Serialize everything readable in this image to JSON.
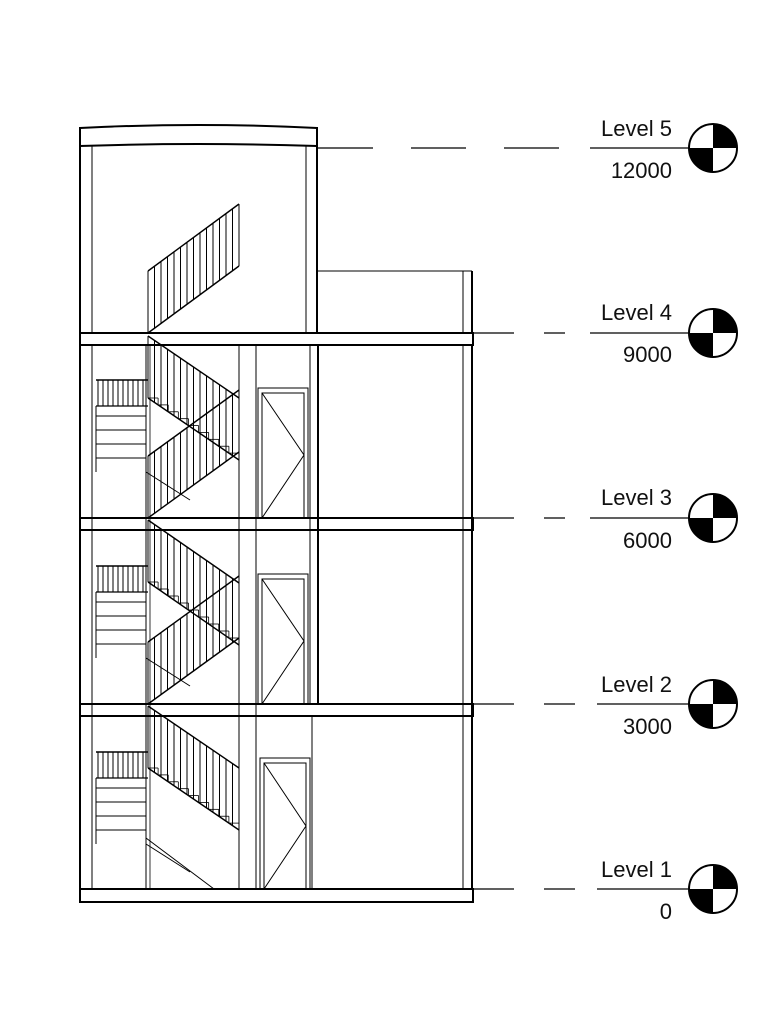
{
  "levels": [
    {
      "name": "Level 5",
      "elevation": "12000"
    },
    {
      "name": "Level 4",
      "elevation": "9000"
    },
    {
      "name": "Level 3",
      "elevation": "6000"
    },
    {
      "name": "Level 2",
      "elevation": "3000"
    },
    {
      "name": "Level 1",
      "elevation": "0"
    }
  ],
  "colors": {
    "line": "#000000",
    "background": "#ffffff"
  }
}
